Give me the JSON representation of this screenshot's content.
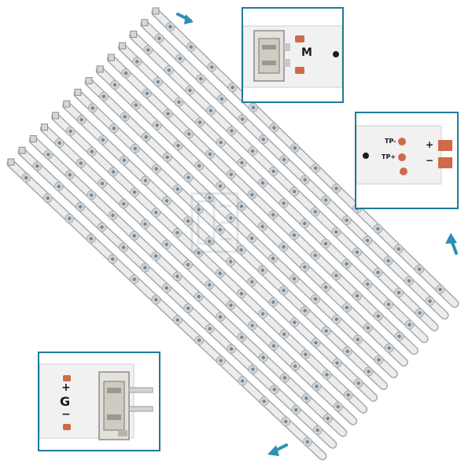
{
  "product": {
    "strip_count": 14,
    "leds_per_strip": 14
  },
  "colors": {
    "strip": "#ececec",
    "strip_edge": "#a9a9a9",
    "led": "#cfd6db",
    "led_core": "#7f868c",
    "arrow": "#2e8fb5",
    "inset_border": "#1f7a99",
    "pad": "#d06a4a"
  },
  "insets": {
    "top": {
      "label": "M"
    },
    "right": {
      "labels": [
        "TP-",
        "TP+",
        "+",
        "−"
      ]
    },
    "bottom": {
      "labels": [
        "+",
        "G",
        "−"
      ]
    }
  },
  "icons": [
    "arrow-icon",
    "connector-icon",
    "watermark-logo"
  ]
}
